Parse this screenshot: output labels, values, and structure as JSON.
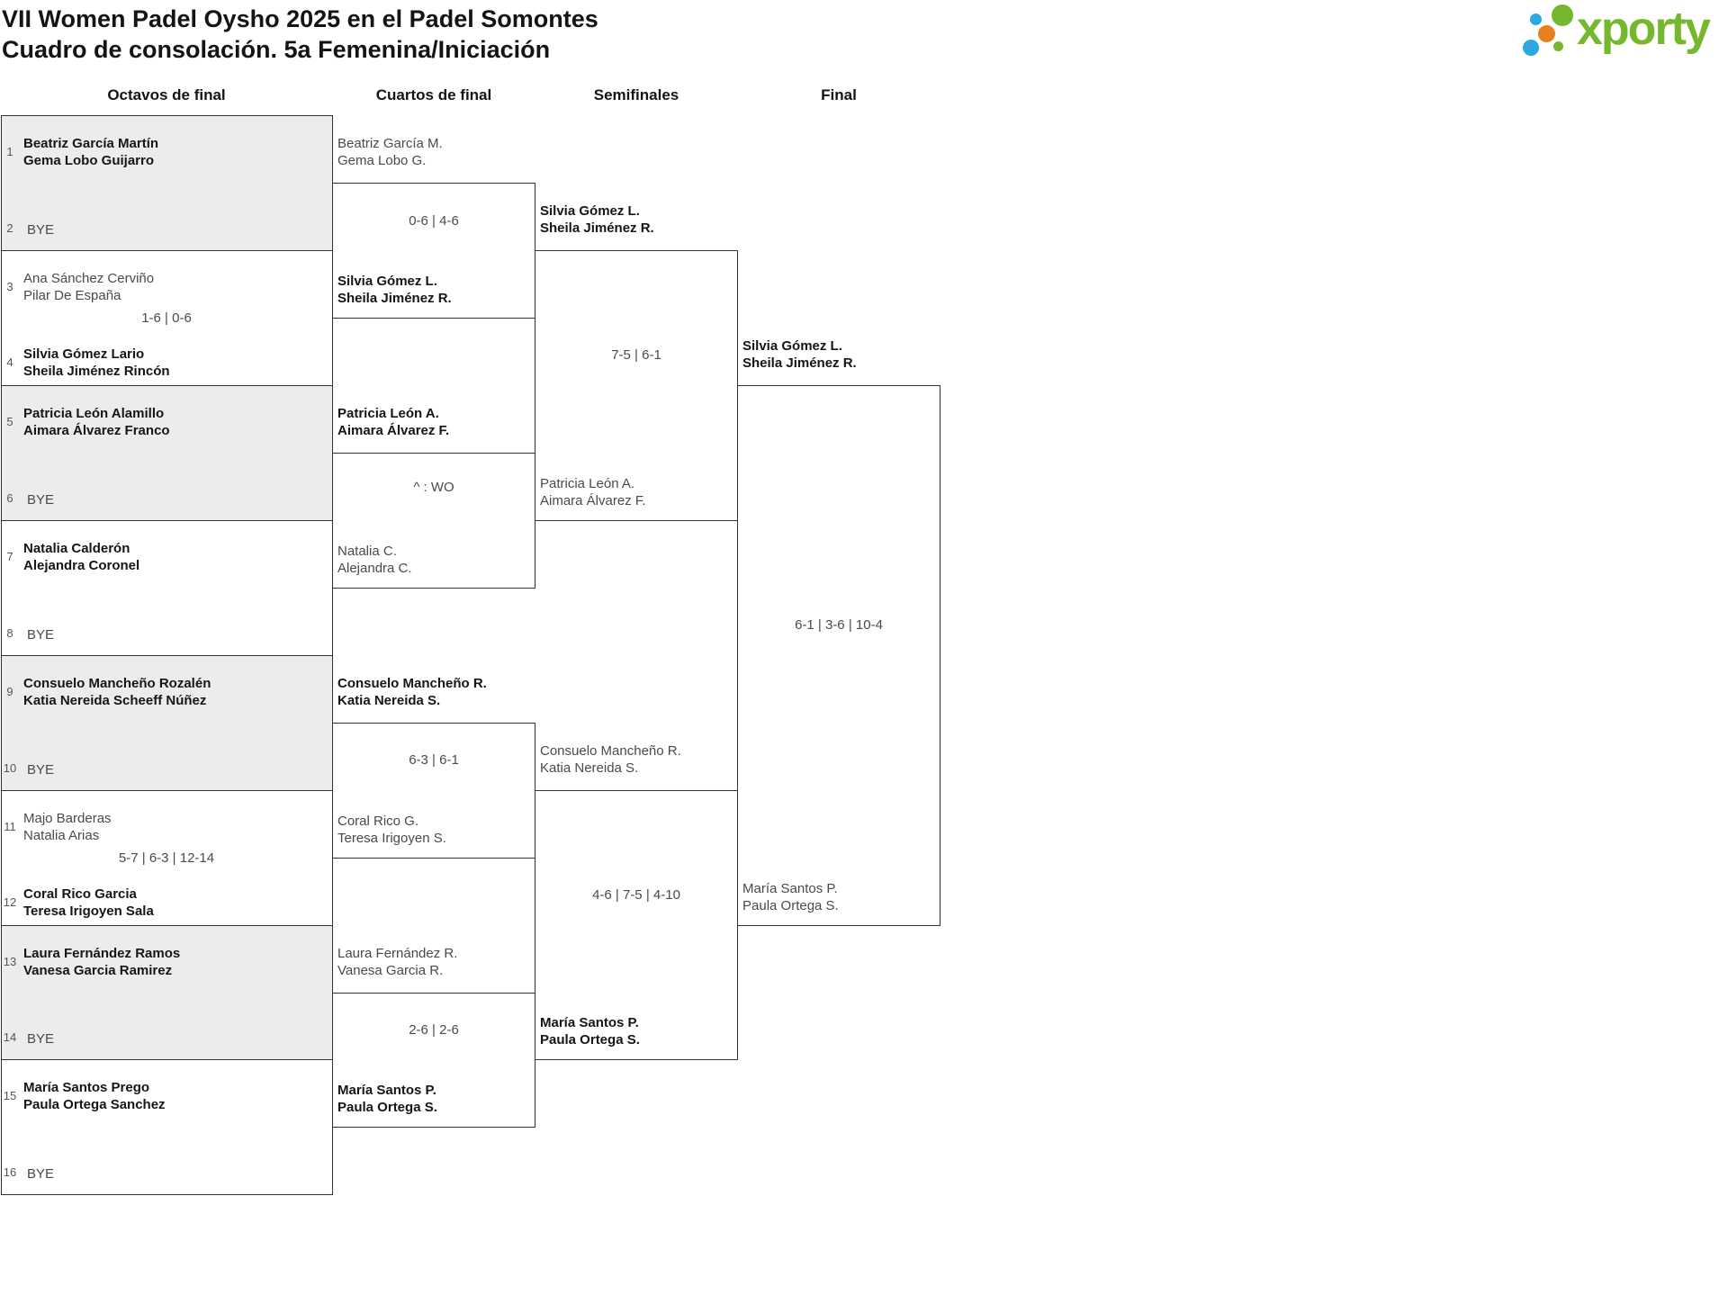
{
  "page": {
    "title1": "VII Women Padel Oysho 2025 en el Padel Somontes",
    "title2": "Cuadro de consolación. 5a Femenina/Iniciación"
  },
  "logo": {
    "text": "xporty",
    "colors": {
      "green": "#76b82d",
      "blue": "#2ba9e0",
      "orange": "#e8801d"
    }
  },
  "columns": [
    "Octavos de final",
    "Cuartos de final",
    "Semifinales",
    "Final"
  ],
  "r16": [
    {
      "seedA": "1",
      "teamA": [
        "Beatriz García Martín",
        "Gema Lobo Guijarro"
      ],
      "seedB": "2",
      "teamB": [
        "BYE"
      ],
      "score": "",
      "winner": "a"
    },
    {
      "seedA": "3",
      "teamA": [
        "Ana Sánchez Cerviño",
        "Pilar De España"
      ],
      "seedB": "4",
      "teamB": [
        "Silvia Gómez Lario",
        "Sheila Jiménez Rincón"
      ],
      "score": "1-6 | 0-6",
      "winner": "b"
    },
    {
      "seedA": "5",
      "teamA": [
        "Patricia León Alamillo",
        "Aimara Álvarez Franco"
      ],
      "seedB": "6",
      "teamB": [
        "BYE"
      ],
      "score": "",
      "winner": "a"
    },
    {
      "seedA": "7",
      "teamA": [
        "Natalia Calderón",
        "Alejandra Coronel"
      ],
      "seedB": "8",
      "teamB": [
        "BYE"
      ],
      "score": "",
      "winner": "a"
    },
    {
      "seedA": "9",
      "teamA": [
        "Consuelo Mancheño Rozalén",
        "Katia Nereida Scheeff Núñez"
      ],
      "seedB": "10",
      "teamB": [
        "BYE"
      ],
      "score": "",
      "winner": "a"
    },
    {
      "seedA": "11",
      "teamA": [
        "Majo Barderas",
        "Natalia Arias"
      ],
      "seedB": "12",
      "teamB": [
        "Coral Rico Garcia",
        "Teresa Irigoyen Sala"
      ],
      "score": "5-7 | 6-3 | 12-14",
      "winner": "b"
    },
    {
      "seedA": "13",
      "teamA": [
        "Laura Fernández Ramos",
        "Vanesa Garcia Ramirez"
      ],
      "seedB": "14",
      "teamB": [
        "BYE"
      ],
      "score": "",
      "winner": "a"
    },
    {
      "seedA": "15",
      "teamA": [
        "María Santos Prego",
        "Paula Ortega Sanchez"
      ],
      "seedB": "16",
      "teamB": [
        "BYE"
      ],
      "score": "",
      "winner": "a"
    }
  ],
  "qf": [
    {
      "teamA": [
        "Beatriz García M.",
        "Gema Lobo G."
      ],
      "teamB": [
        "Silvia Gómez L.",
        "Sheila Jiménez R."
      ],
      "score": "0-6 | 4-6",
      "winner": "b"
    },
    {
      "teamA": [
        "Patricia León A.",
        "Aimara Álvarez F."
      ],
      "teamB": [
        "Natalia C.",
        "Alejandra C."
      ],
      "score": "^ : WO",
      "winner": "a"
    },
    {
      "teamA": [
        "Consuelo Mancheño R.",
        "Katia Nereida S."
      ],
      "teamB": [
        "Coral Rico G.",
        "Teresa Irigoyen S."
      ],
      "score": "6-3 | 6-1",
      "winner": "a"
    },
    {
      "teamA": [
        "Laura Fernández R.",
        "Vanesa Garcia R."
      ],
      "teamB": [
        "María Santos P.",
        "Paula Ortega S."
      ],
      "score": "2-6 | 2-6",
      "winner": "b"
    }
  ],
  "sf": [
    {
      "teamA": [
        "Silvia Gómez L.",
        "Sheila Jiménez R."
      ],
      "teamB": [
        "Patricia León A.",
        "Aimara Álvarez F."
      ],
      "score": "7-5 | 6-1",
      "winner": "a"
    },
    {
      "teamA": [
        "Consuelo Mancheño R.",
        "Katia Nereida S."
      ],
      "teamB": [
        "María Santos P.",
        "Paula Ortega S."
      ],
      "score": "4-6 | 7-5 | 4-10",
      "winner": "b"
    }
  ],
  "final": {
    "teamA": [
      "Silvia Gómez L.",
      "Sheila Jiménez R."
    ],
    "teamB": [
      "María Santos P.",
      "Paula Ortega S."
    ],
    "score": "6-1 | 3-6 | 10-4",
    "winner": "a"
  }
}
